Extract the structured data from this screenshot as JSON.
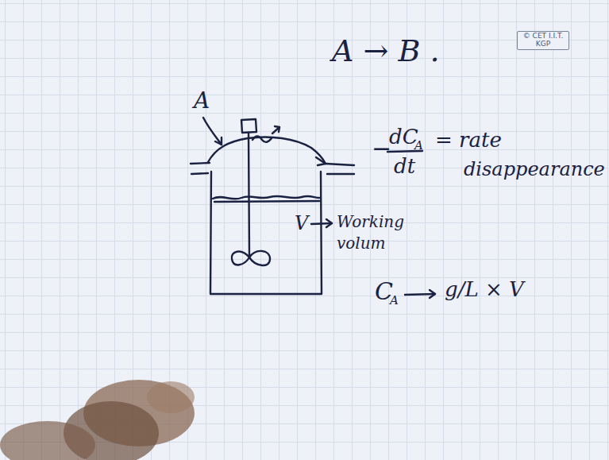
{
  "diagram": {
    "nodes": [
      {
        "text": [
          "© CET I.I.T. KGP"
        ]
      }
    ],
    "labels": [
      "A → B .",
      "A",
      "V",
      "Working volum",
      "−",
      "dC",
      "A",
      "dt",
      "= rate",
      "disappearance",
      "C",
      "A",
      "g/L × V"
    ]
  }
}
